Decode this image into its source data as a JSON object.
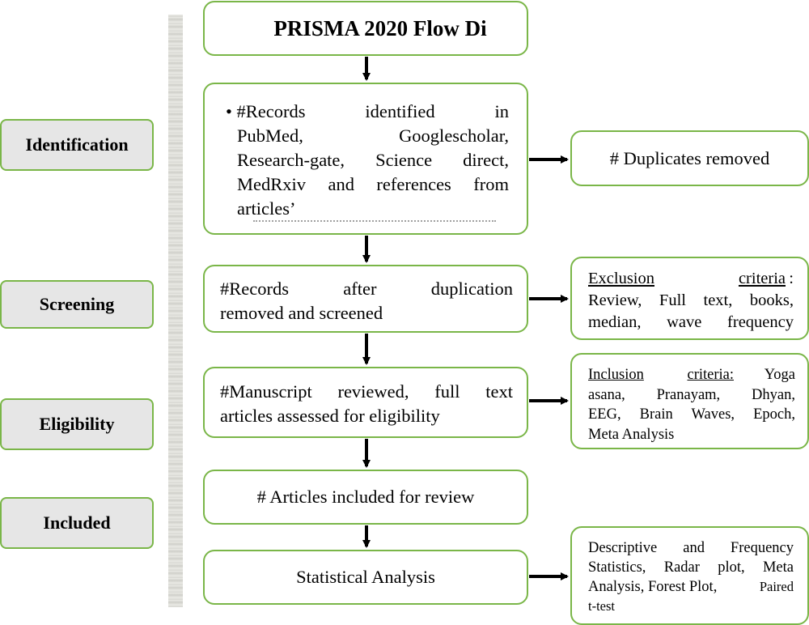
{
  "title": "PRISMA 2020 Flow Di",
  "stages": {
    "identification": "Identification",
    "screening": "Screening",
    "eligibility": "Eligibility",
    "included": "Included"
  },
  "main": {
    "identified": {
      "bullet": "•",
      "line1_a": "#Records",
      "line1_b": "identified",
      "line1_c": "in",
      "line2_a": "PubMed,",
      "line2_b": "Googlescholar,",
      "line3_a": "Research-gate,",
      "line3_b": "Science",
      "line3_c": "direct,",
      "line4_a": "MedRxiv",
      "line4_b": "and",
      "line4_c": "references",
      "line4_d": "from",
      "line5": "articles’"
    },
    "screened_line1_a": "#Records",
    "screened_line1_b": "after",
    "screened_line1_c": "duplication",
    "screened_line2": "removed and screened",
    "eligibility_line1_a": "#Manuscript",
    "eligibility_line1_b": "reviewed,",
    "eligibility_line1_c": "full",
    "eligibility_line1_d": "text",
    "eligibility_line2": "articles assessed for eligibility",
    "included": "# Articles included for review",
    "analysis": "Statistical Analysis"
  },
  "side": {
    "duplicates": "# Duplicates removed",
    "exclusion_heading": "Exclusion criteria",
    "exclusion_colon": ":",
    "exclusion_line2": "Review, Full text, books,",
    "exclusion_line3": "median, wave frequency",
    "inclusion_heading": "Inclusion criteria:",
    "inclusion_first": "Yoga",
    "inclusion_line2": "asana, Pranayam, Dhyan,",
    "inclusion_line3": "EEG, Brain Waves, Epoch,",
    "inclusion_line4": "Meta Analysis",
    "stats_line1": "Descriptive and Frequency",
    "stats_line2": "Statistics, Radar plot, Meta",
    "stats_line3_a": "Analysis, Forest Plot,",
    "stats_line3_b": "Paired",
    "stats_line4": "t-test"
  },
  "colors": {
    "border": "#7ab648",
    "stage_fill": "#e6e6e6"
  }
}
